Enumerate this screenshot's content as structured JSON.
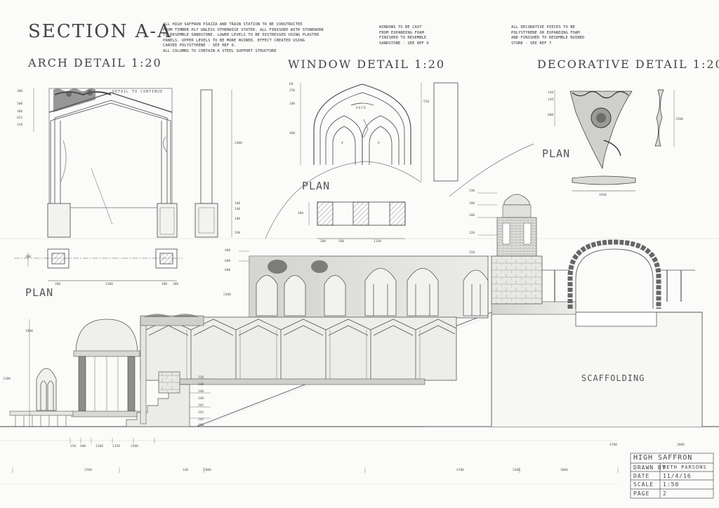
{
  "titles": {
    "section": "SECTION A-A",
    "arch_detail": "ARCH DETAIL 1:20",
    "window_detail": "WINDOW DETAIL 1:20",
    "decorative_detail": "DECORATIVE DETAIL 1:20"
  },
  "notes": {
    "general": "ALL HIGH SAFFRON PIAZZA AND TRAIN STATION TO BE CONSTRUCTED\nFROM TIMBER PLY UNLESS OTHERWISE STATED. ALL FINISHED WITH STONEWORK\nTO RESEMBLE SANDSTONE. LOWER LEVELS TO BE DISTRESSED USING PLASTER\nPANELS. UPPER LEVELS TO BE MORE RUINED. EFFECT CREATED USING\nCARVED POLYSTYRENE - SEE REF 6.\nALL COLUMNS TO CONTAIN A STEEL SUPPORT STRUCTURE",
    "window": "WINDOWS TO BE CAST\nFROM EXPANDING FOAM\nFINISHED TO RESEMBLE\nSANDSTONE - SEE REF 6",
    "decorative": "ALL DECORATIVE PIECES TO BE\nPOLYSTYRENE OR EXPANDING FOAM\nAND FINISHED TO RESEMBLE RUINED\nSTONE - SEE REF 7"
  },
  "labels": {
    "detail_to_continue": "DETAIL TO CONTINUE",
    "plan_arch": "PLAN",
    "plan_window": "PLAN",
    "plan_decorative": "PLAN",
    "scaffolding": "SCAFFOLDING",
    "void": "VOID",
    "v1": "V",
    "v2": "V"
  },
  "dimensions": {
    "arch_left": [
      "300",
      "500",
      "300",
      "625",
      "150"
    ],
    "arch_height": "2400",
    "arch_right": [
      "100",
      "140",
      "100",
      "290"
    ],
    "arch_plan_side": "300",
    "arch_plan_bottom": [
      "300",
      "2300",
      "300",
      "300"
    ],
    "window_left": [
      "60",
      "250",
      "100",
      "400"
    ],
    "window_height": "550",
    "window_plan_side": "300",
    "window_plan_bottom": [
      "300",
      "560",
      "1140"
    ],
    "deco_left": [
      "140",
      "130",
      "600"
    ],
    "deco_height": "2500",
    "deco_plan": "1930",
    "tower_left": [
      "330",
      "200",
      "200",
      "320",
      "250"
    ],
    "main_left": [
      "400",
      "2300",
      "600",
      "600"
    ],
    "main_low": [
      "1900",
      "1100"
    ],
    "steps_left": [
      "330",
      "330",
      "340",
      "340",
      "345",
      "345",
      "345",
      "400"
    ],
    "bottom_row1": [
      "150",
      "400",
      "1100",
      "1150",
      "1500"
    ],
    "bottom_row2": [
      "2580",
      "330",
      "2000",
      "4700",
      "5200",
      "3000"
    ],
    "right_dims": [
      "4700",
      "2800"
    ]
  },
  "title_block": {
    "project": "HIGH SAFFRON",
    "drawn_by_label": "DRAWN BY",
    "drawn_by": "BETH PARSONS",
    "date_label": "DATE",
    "date": "11/4/16",
    "scale_label": "SCALE",
    "scale": "1:50",
    "page_label": "PAGE",
    "page": "2"
  }
}
